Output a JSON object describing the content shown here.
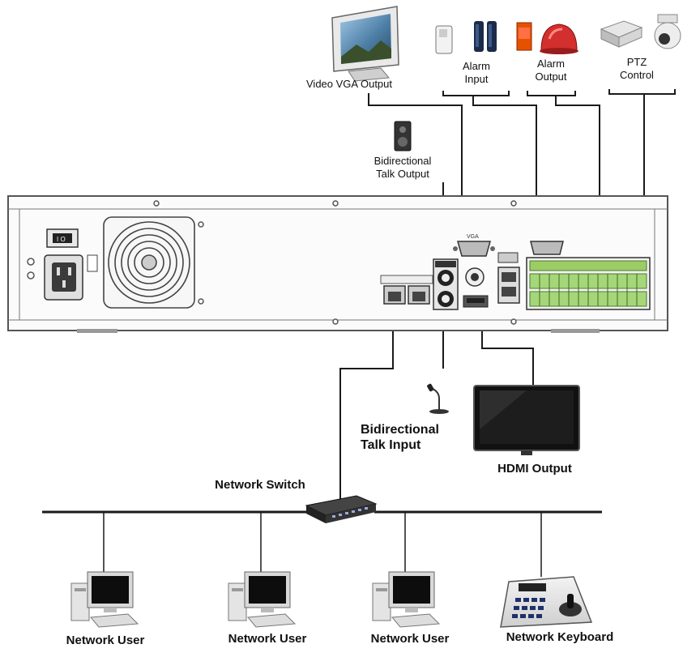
{
  "labels": {
    "video_vga_output": "Video VGA Output",
    "alarm_input_line1": "Alarm",
    "alarm_input_line2": "Input",
    "alarm_output_line1": "Alarm",
    "alarm_output_line2": "Output",
    "ptz_line1": "PTZ",
    "ptz_line2": "Control",
    "talk_output_line1": "Bidirectional",
    "talk_output_line2": "Talk Output",
    "talk_input_line1": "Bidirectional",
    "talk_input_line2": "Talk Input",
    "hdmi_output": "HDMI Output",
    "network_switch": "Network Switch",
    "network_user": "Network User",
    "network_keyboard": "Network Keyboard"
  },
  "colors": {
    "line": "#1a1a1a",
    "panel": "#fbfbfb",
    "terminal_green": "#4caf50",
    "alarm_red": "#d32f2f",
    "screen": "#1b1b1b"
  },
  "icons": [
    "vga-monitor-icon",
    "alarm-sensor-icon",
    "alarm-siren-icon",
    "ptz-camera-icon",
    "speaker-icon",
    "microphone-icon",
    "hdmi-monitor-icon",
    "network-switch-icon",
    "computer-icon",
    "keyboard-controller-icon"
  ]
}
